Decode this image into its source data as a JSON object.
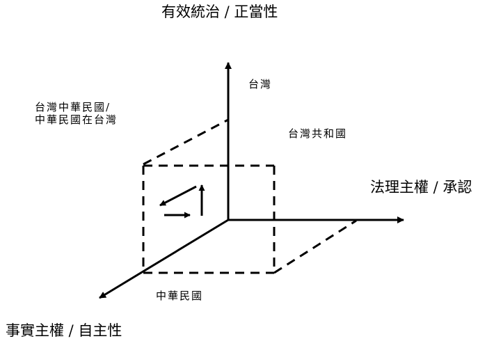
{
  "axes": {
    "up": "有效統治 / 正當性",
    "right": "法理主權 / 承認",
    "down": "事實主權 / 自主性"
  },
  "regions": {
    "taiwan": "台灣",
    "roc_taiwan_line1": "台灣中華民國/",
    "roc_taiwan_line2": "中華民國在台灣",
    "republic_of_taiwan": "台灣共和國",
    "roc": "中華民國"
  }
}
